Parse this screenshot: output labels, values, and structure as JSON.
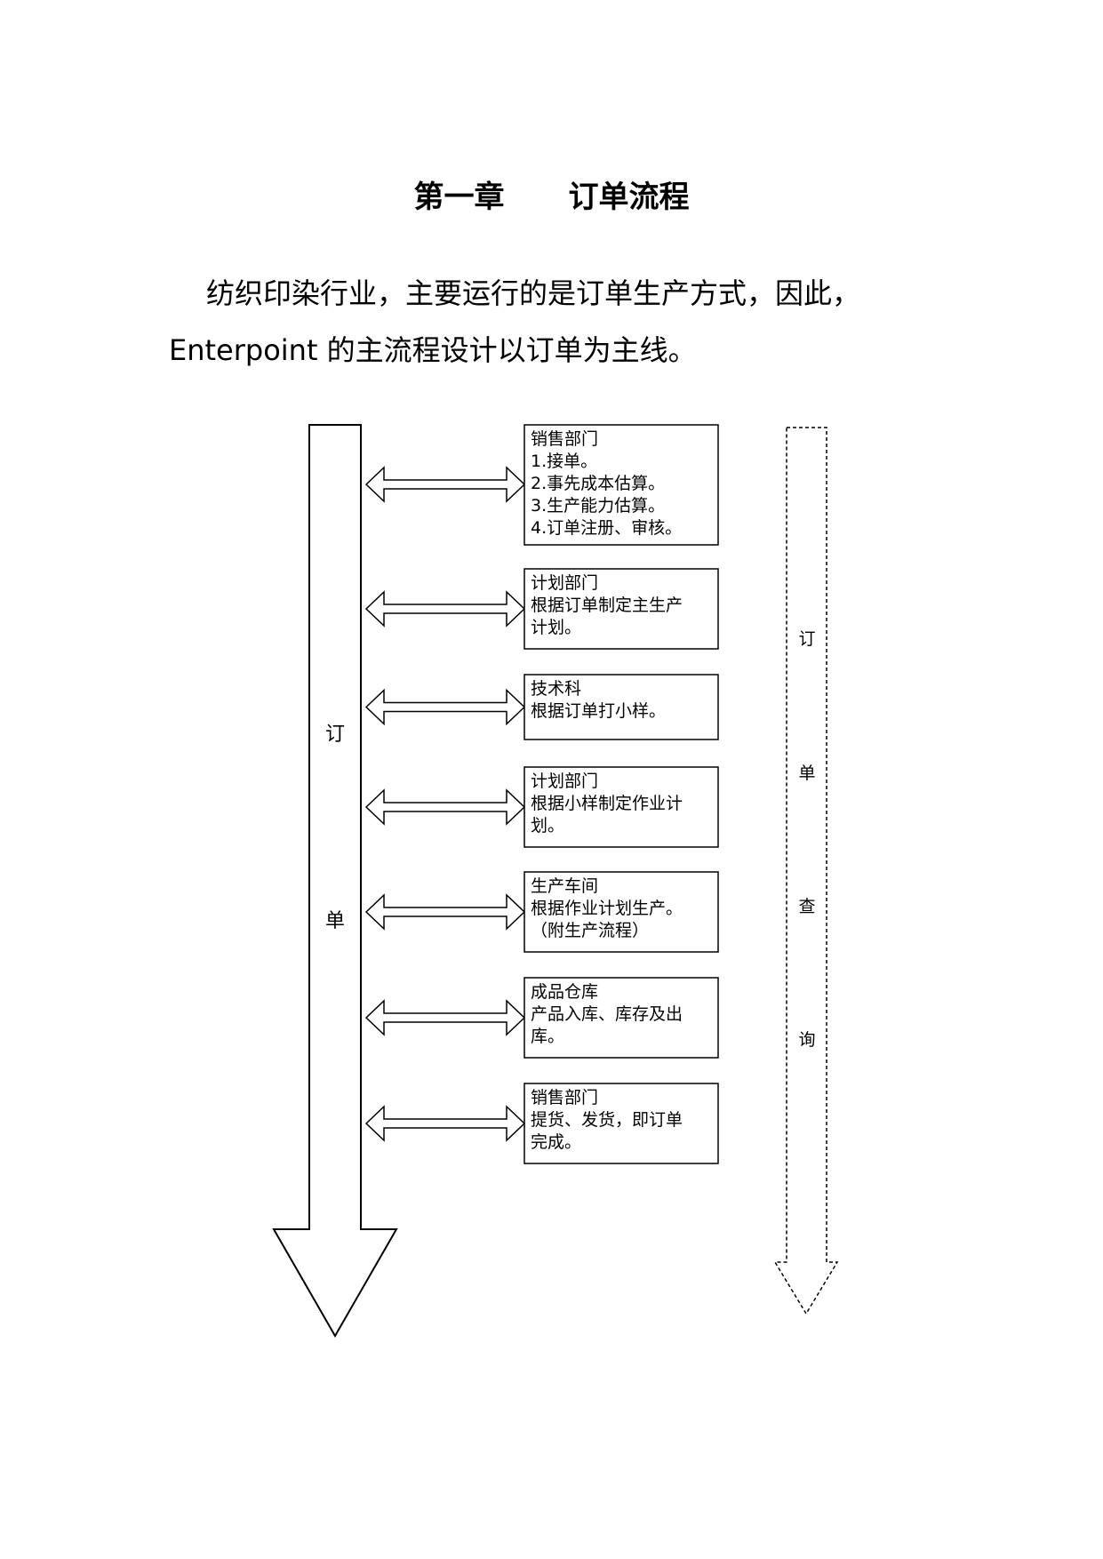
{
  "title": {
    "chapter": "第一章",
    "name": "订单流程"
  },
  "intro": "纺织印染行业，主要运行的是订单生产方式，因此，Enterpoint 的主流程设计以订单为主线。",
  "main_flow": {
    "char1": "订",
    "char2": "单"
  },
  "query_flow": {
    "char1": "订",
    "char2": "单",
    "char3": "查",
    "char4": "询"
  },
  "steps": [
    {
      "lines": [
        "销售部门",
        "1.接单。",
        "2.事先成本估算。",
        "3.生产能力估算。",
        "4.订单注册、审核。"
      ]
    },
    {
      "lines": [
        "计划部门",
        "根据订单制定主生产",
        "计划。"
      ]
    },
    {
      "lines": [
        "技术科",
        "根据订单打小样。"
      ]
    },
    {
      "lines": [
        "计划部门",
        "根据小样制定作业计",
        "划。"
      ]
    },
    {
      "lines": [
        "生产车间",
        "根据作业计划生产。",
        "（附生产流程）"
      ]
    },
    {
      "lines": [
        "成品仓库",
        "产品入库、库存及出",
        "库。"
      ]
    },
    {
      "lines": [
        "销售部门",
        "提货、发货，即订单",
        "完成。"
      ]
    }
  ]
}
